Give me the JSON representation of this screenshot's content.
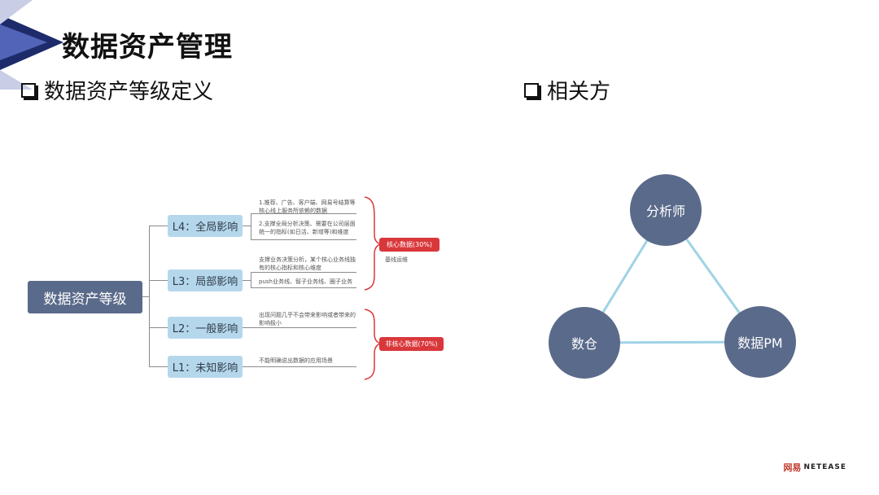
{
  "page_title": "数据资产管理",
  "left_section": {
    "heading": "数据资产等级定义"
  },
  "right_section": {
    "heading": "相关方"
  },
  "mind_map": {
    "root": "数据资产等级",
    "levels": [
      {
        "label": "L4：全局影响",
        "descriptions": [
          "1.推荐、广告、客户端、网易号结算等核心线上服务所依赖的数据",
          "2.支撑全局分析决策、需要在公司层面统一的指标(如日活、新增等)和维度"
        ]
      },
      {
        "label": "L3：局部影响",
        "descriptions": [
          "支撑业务决策分析，某个核心业务线独有的核心指标和核心维度",
          "push业务线、智子业务线、圈子业务"
        ]
      },
      {
        "label": "L2：一般影响",
        "descriptions": [
          "出现问题几乎不会带来影响或者带来的影响极小"
        ]
      },
      {
        "label": "L1：未知影响",
        "descriptions": [
          "不能明确说出数据的应用场景"
        ]
      }
    ],
    "tags": [
      {
        "label": "核心数据(30%)",
        "note": "基线运维"
      },
      {
        "label": "非核心数据(70%)"
      }
    ],
    "colors": {
      "root": "#5a6a8a",
      "level": "#b5d7ec",
      "tag": "#d9383b",
      "bracket": "#d9383b"
    }
  },
  "stakeholders": {
    "nodes": [
      "分析师",
      "数仓",
      "数据PM"
    ],
    "colors": {
      "node": "#5a6a8a",
      "edge": "#9fd3e6"
    }
  },
  "logo": {
    "cn": "网易",
    "en": "NETEASE"
  }
}
